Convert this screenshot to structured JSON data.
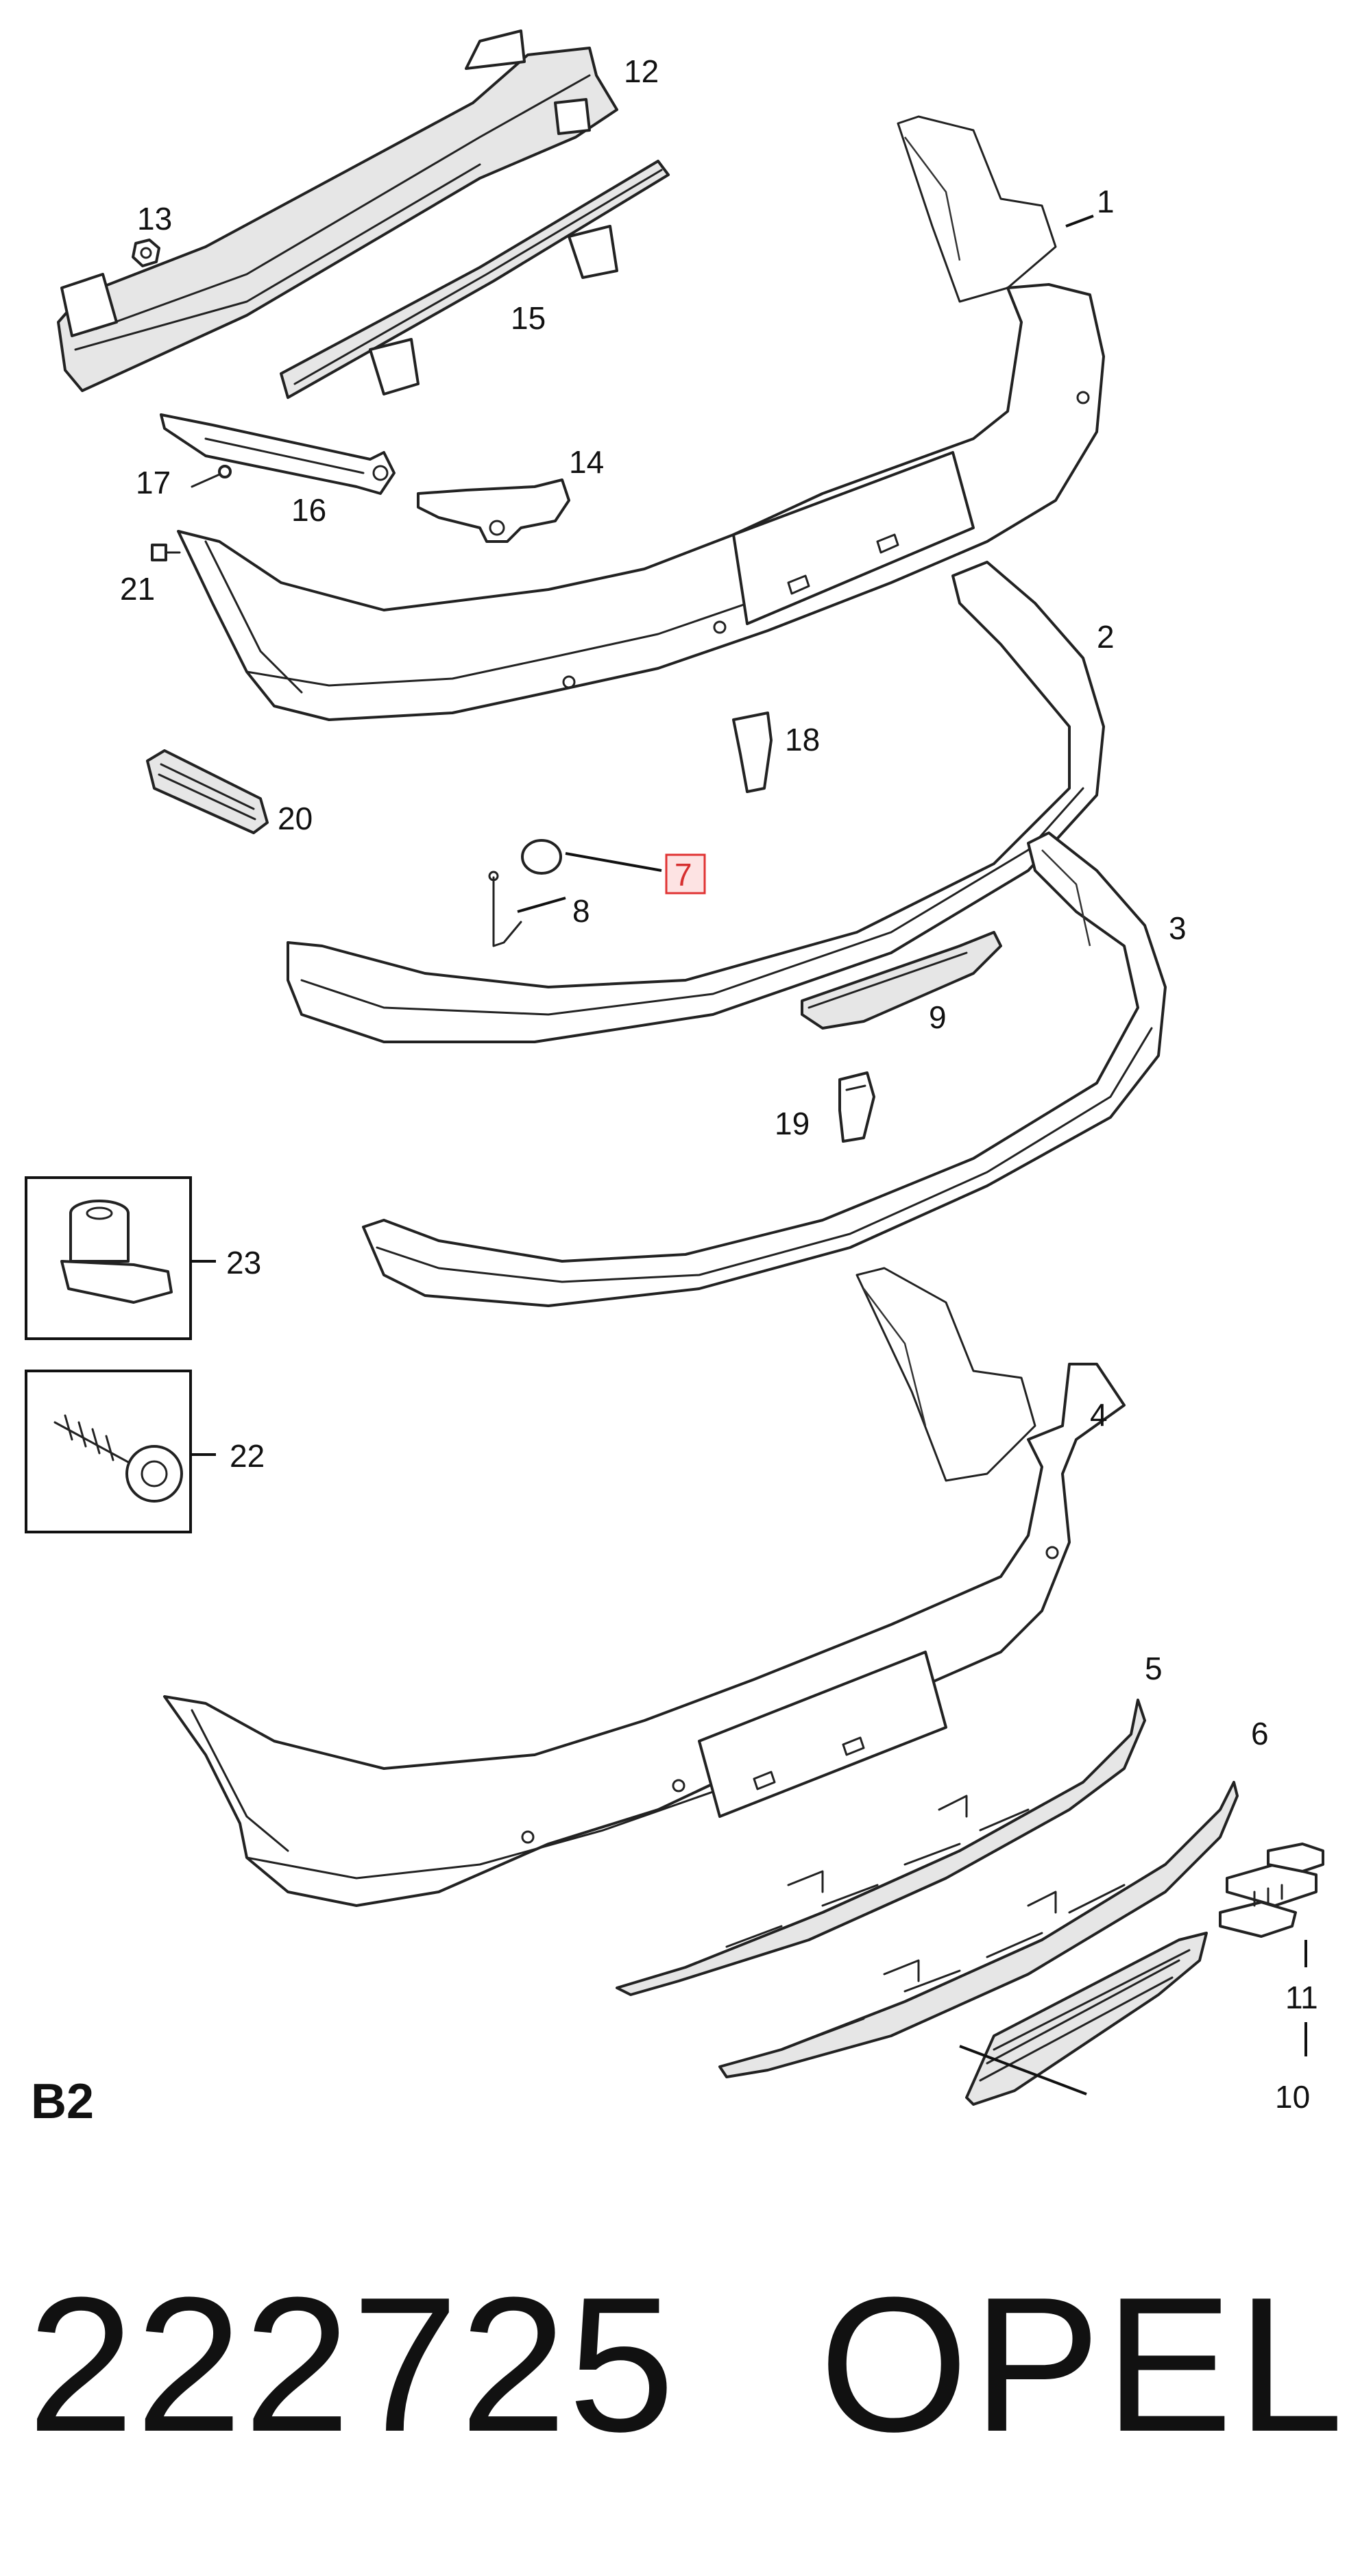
{
  "diagram": {
    "callouts": [
      {
        "id": "1",
        "label": "1"
      },
      {
        "id": "2",
        "label": "2"
      },
      {
        "id": "3",
        "label": "3"
      },
      {
        "id": "4",
        "label": "4"
      },
      {
        "id": "5",
        "label": "5"
      },
      {
        "id": "6",
        "label": "6"
      },
      {
        "id": "7",
        "label": "7",
        "highlighted": true
      },
      {
        "id": "8",
        "label": "8"
      },
      {
        "id": "9",
        "label": "9"
      },
      {
        "id": "10",
        "label": "10"
      },
      {
        "id": "11",
        "label": "11"
      },
      {
        "id": "12",
        "label": "12"
      },
      {
        "id": "13",
        "label": "13"
      },
      {
        "id": "14",
        "label": "14"
      },
      {
        "id": "15",
        "label": "15"
      },
      {
        "id": "16",
        "label": "16"
      },
      {
        "id": "17",
        "label": "17"
      },
      {
        "id": "18",
        "label": "18"
      },
      {
        "id": "19",
        "label": "19"
      },
      {
        "id": "20",
        "label": "20"
      },
      {
        "id": "21",
        "label": "21"
      },
      {
        "id": "22",
        "label": "22"
      },
      {
        "id": "23",
        "label": "23"
      }
    ],
    "group_code": "B2",
    "highlight_color": "#e03333"
  },
  "footer": {
    "part_number": "222725",
    "brand": "OPEL"
  }
}
